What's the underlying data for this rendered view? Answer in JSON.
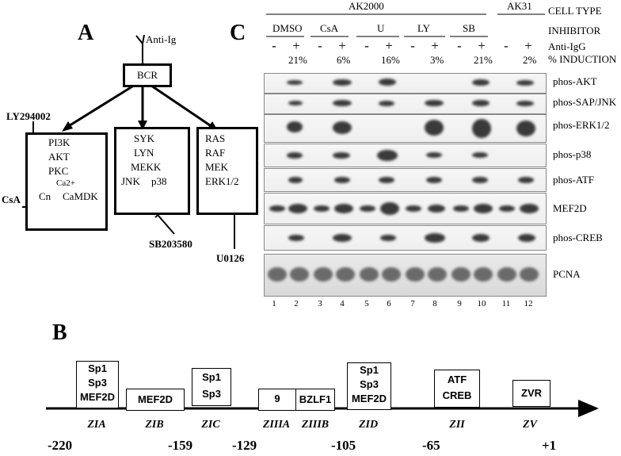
{
  "panel_a": {
    "letter": "A",
    "anti_ig": "Anti-Ig",
    "bcr": "BCR",
    "inhibitor_ly": "LY294002",
    "inhibitor_csa": "CsA",
    "inhibitor_sb": "SB203580",
    "inhibitor_u": "U0126",
    "box1": [
      "PI3K",
      "AKT",
      "PKC",
      "Ca2+",
      "Cn",
      "CaMDK"
    ],
    "box2": [
      "SYK",
      "LYN",
      "MEKK",
      "JNK",
      "p38"
    ],
    "box3": [
      "RAS",
      "RAF",
      "MEK",
      "ERK1/2"
    ]
  },
  "panel_b": {
    "letter": "B",
    "boxes": [
      {
        "lines": [
          "Sp1",
          "Sp3",
          "MEF2D"
        ],
        "zone": "ZIA"
      },
      {
        "lines": [
          "MEF2D"
        ],
        "zone": "ZIB"
      },
      {
        "lines": [
          "Sp1",
          "Sp3"
        ],
        "zone": "ZIC"
      },
      {
        "lines": [
          "9"
        ],
        "zone": "ZIIIA"
      },
      {
        "lines": [
          "BZLF1"
        ],
        "zone": "ZIIIB"
      },
      {
        "lines": [
          "Sp1",
          "Sp3",
          "MEF2D"
        ],
        "zone": "ZID"
      },
      {
        "lines": [
          "ATF",
          "CREB"
        ],
        "zone": "ZII"
      },
      {
        "lines": [
          "ZVR"
        ],
        "zone": "ZV"
      }
    ],
    "positions": [
      "-220",
      "-159",
      "-129",
      "-105",
      "-65",
      "+1"
    ]
  },
  "panel_c": {
    "letter": "C",
    "cell_types": [
      "AK2000",
      "AK31"
    ],
    "inhibitors": [
      "DMSO",
      "CsA",
      "U",
      "LY",
      "SB"
    ],
    "row_labels": [
      "CELL TYPE",
      "INHIBITOR",
      "Anti-IgG",
      "% INDUCTION"
    ],
    "induction": [
      "21%",
      "6%",
      "16%",
      "3%",
      "21%",
      "2%"
    ],
    "signs": [
      "-",
      "+",
      "-",
      "+",
      "-",
      "+",
      "-",
      "+",
      "-",
      "+",
      "-",
      "+"
    ],
    "blots": [
      "phos-AKT",
      "phos-SAP/JNK",
      "phos-ERK1/2",
      "phos-p38",
      "phos-ATF",
      "MEF2D",
      "phos-CREB",
      "PCNA"
    ],
    "lanes": [
      "1",
      "2",
      "3",
      "4",
      "5",
      "6",
      "7",
      "8",
      "9",
      "10",
      "11",
      "12"
    ]
  }
}
